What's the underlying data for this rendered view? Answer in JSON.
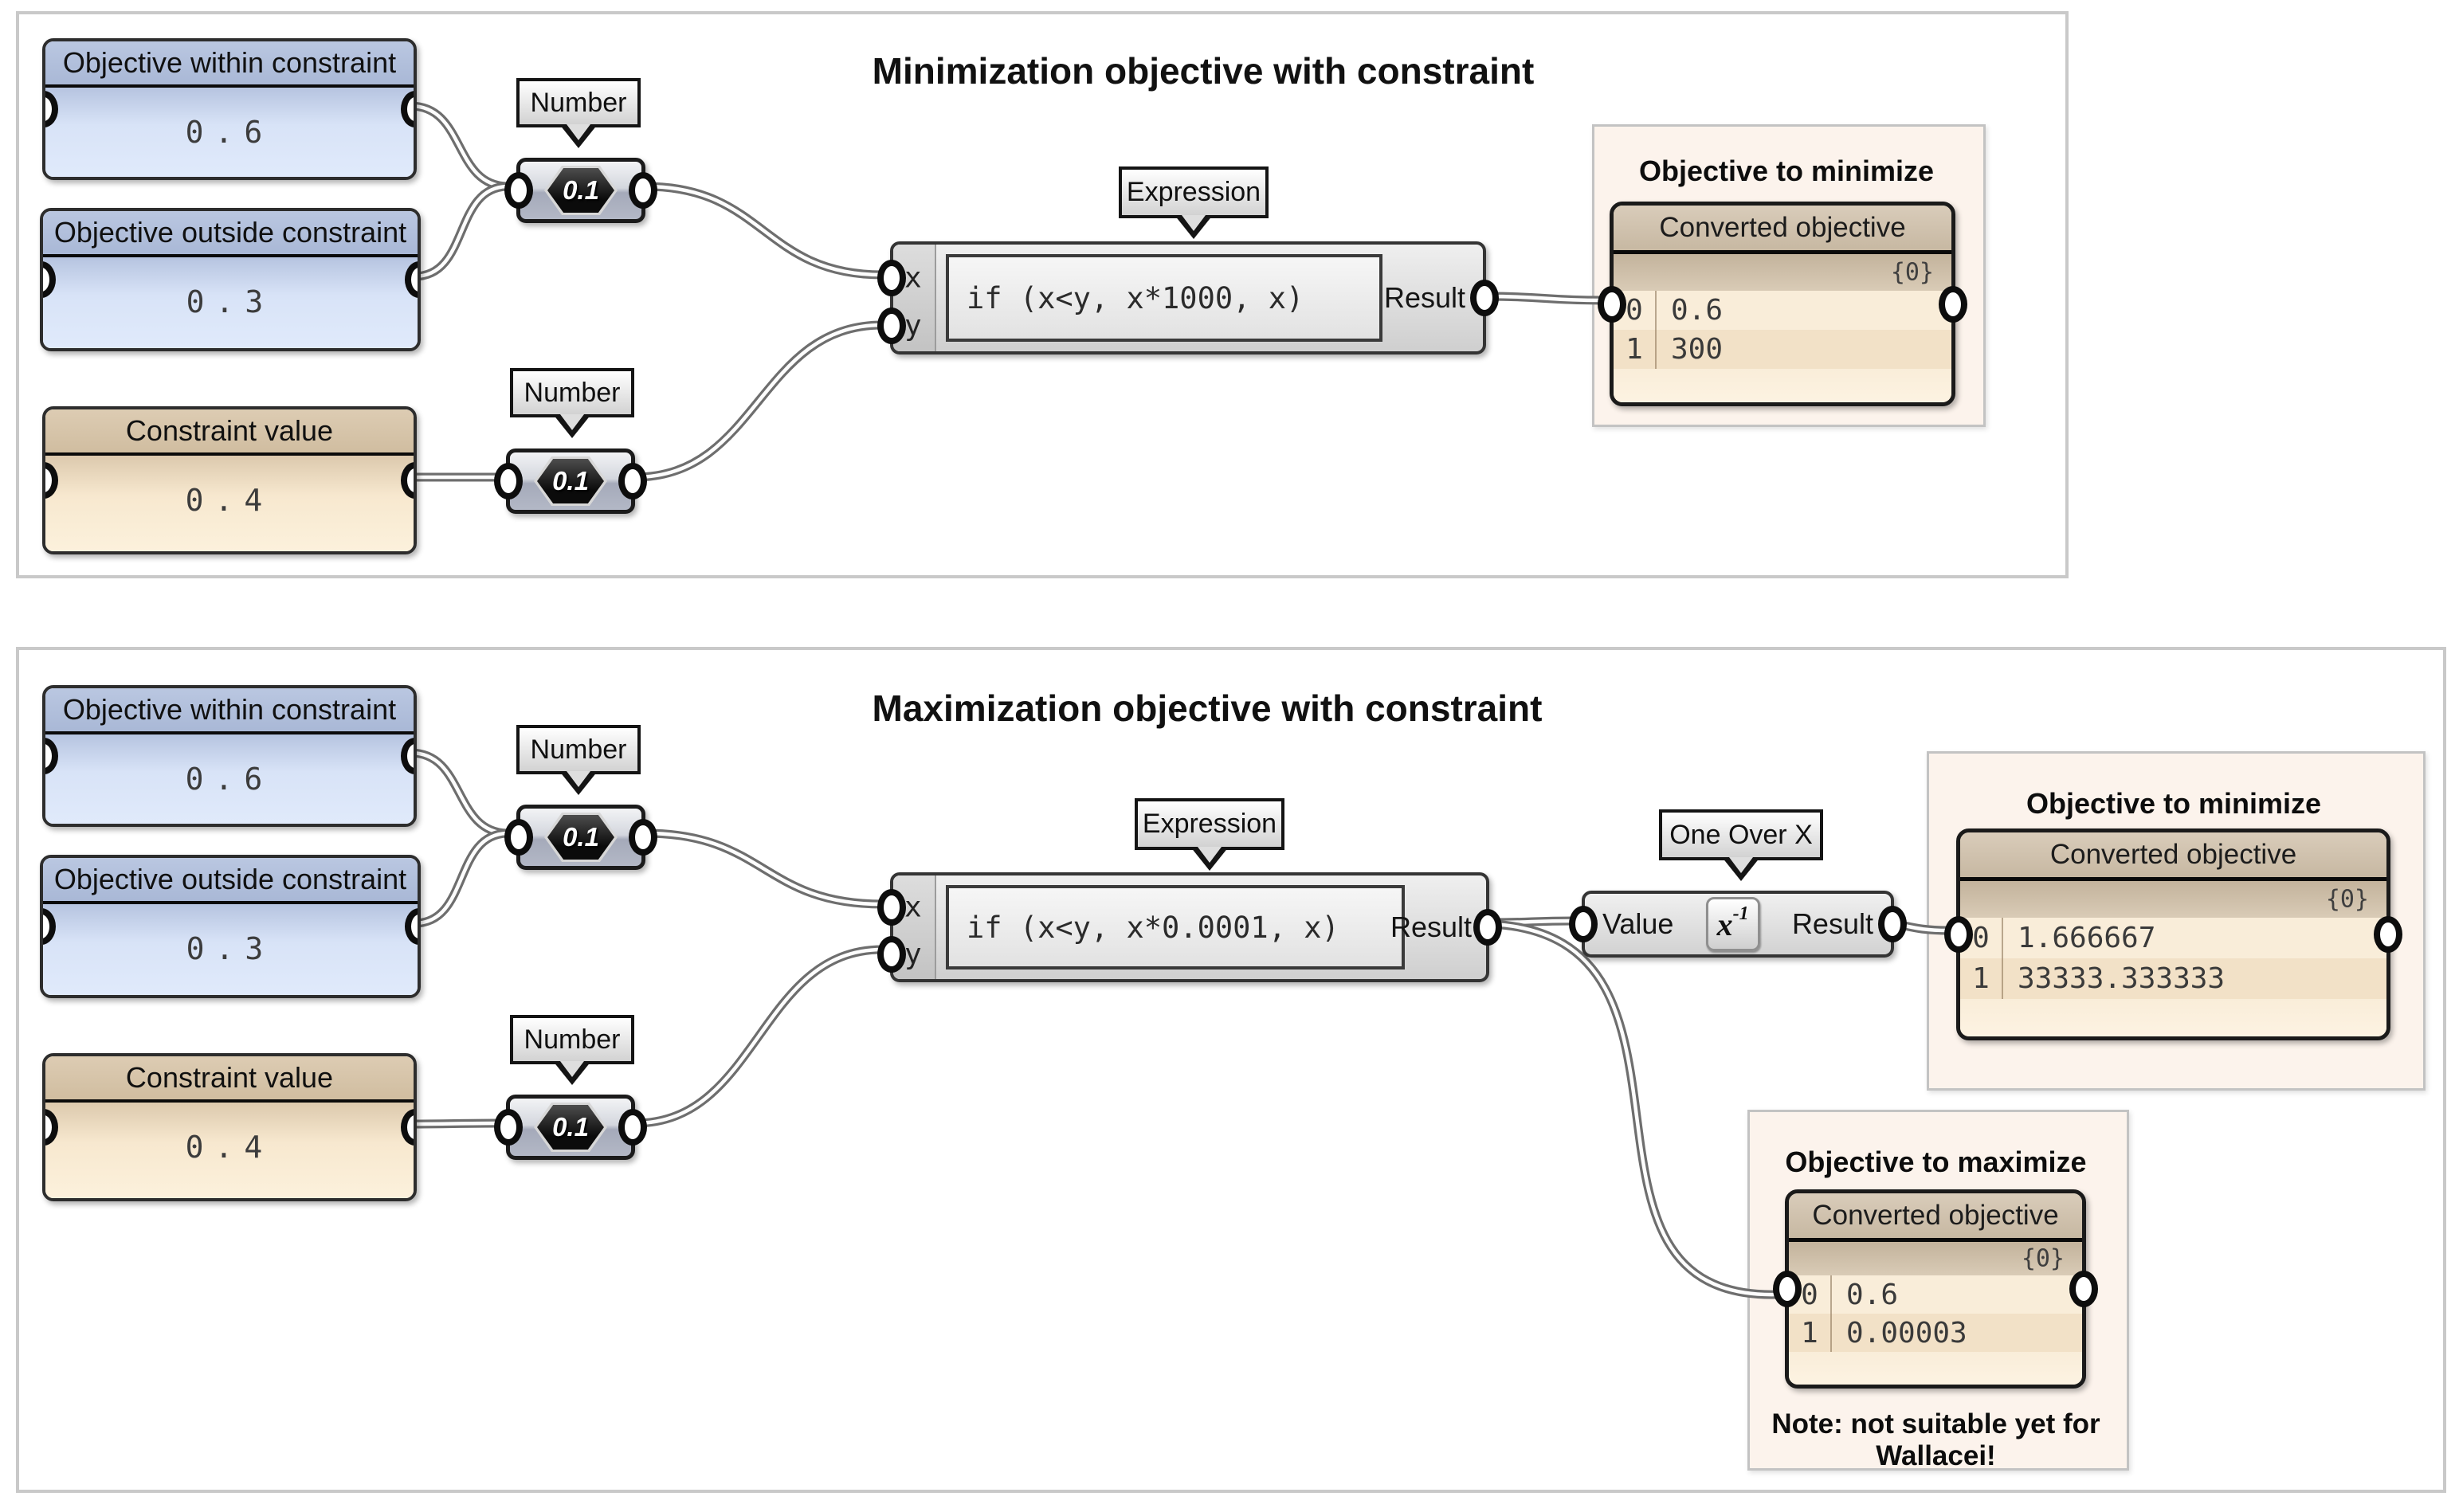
{
  "colors": {
    "wire": "#6e6e6e",
    "blue_header": "#aab9d6",
    "blue_body": "#dbe5f8",
    "tan_header": "#d6c4ab",
    "tan_body": "#f8e8cf",
    "group_bg": "#fcf3ec",
    "data_header": "#cfc1ab",
    "row_light": "#f9edd9",
    "row_dark": "#f2e1c7"
  },
  "top": {
    "title": "Minimization objective with constraint",
    "panel_within": {
      "title": "Objective within constraint",
      "value": "0.6"
    },
    "panel_outside": {
      "title": "Objective outside constraint",
      "value": "0.3"
    },
    "panel_constraint": {
      "title": "Constraint value",
      "value": "0.4"
    },
    "slider1": {
      "label": "Number",
      "value": "0.1"
    },
    "slider2": {
      "label": "Number",
      "value": "0.1"
    },
    "expression": {
      "label": "Expression",
      "input_x": "x",
      "input_y": "y",
      "body": "if (x<y, x*1000, x)",
      "output": "Result"
    },
    "group": {
      "title": "Objective to minimize",
      "panel_title": "Converted objective",
      "path": "{0}",
      "rows": [
        {
          "index": "0",
          "value": "0.6"
        },
        {
          "index": "1",
          "value": "300"
        }
      ]
    }
  },
  "bottom": {
    "title": "Maximization objective with constraint",
    "panel_within": {
      "title": "Objective within constraint",
      "value": "0.6"
    },
    "panel_outside": {
      "title": "Objective outside constraint",
      "value": "0.3"
    },
    "panel_constraint": {
      "title": "Constraint value",
      "value": "0.4"
    },
    "slider1": {
      "label": "Number",
      "value": "0.1"
    },
    "slider2": {
      "label": "Number",
      "value": "0.1"
    },
    "expression": {
      "label": "Expression",
      "input_x": "x",
      "input_y": "y",
      "body": "if (x<y, x*0.0001, x)",
      "output": "Result"
    },
    "one_over_x": {
      "label": "One Over X",
      "input": "Value",
      "icon_base": "x",
      "icon_sup": "-1",
      "output": "Result"
    },
    "group_min": {
      "title": "Objective to minimize",
      "panel_title": "Converted objective",
      "path": "{0}",
      "rows": [
        {
          "index": "0",
          "value": "1.666667"
        },
        {
          "index": "1",
          "value": "33333.333333"
        }
      ]
    },
    "group_max": {
      "title": "Objective to maximize",
      "panel_title": "Converted objective",
      "path": "{0}",
      "rows": [
        {
          "index": "0",
          "value": "0.6"
        },
        {
          "index": "1",
          "value": "0.00003"
        }
      ],
      "note": "Note: not suitable yet for Wallacei!"
    }
  }
}
